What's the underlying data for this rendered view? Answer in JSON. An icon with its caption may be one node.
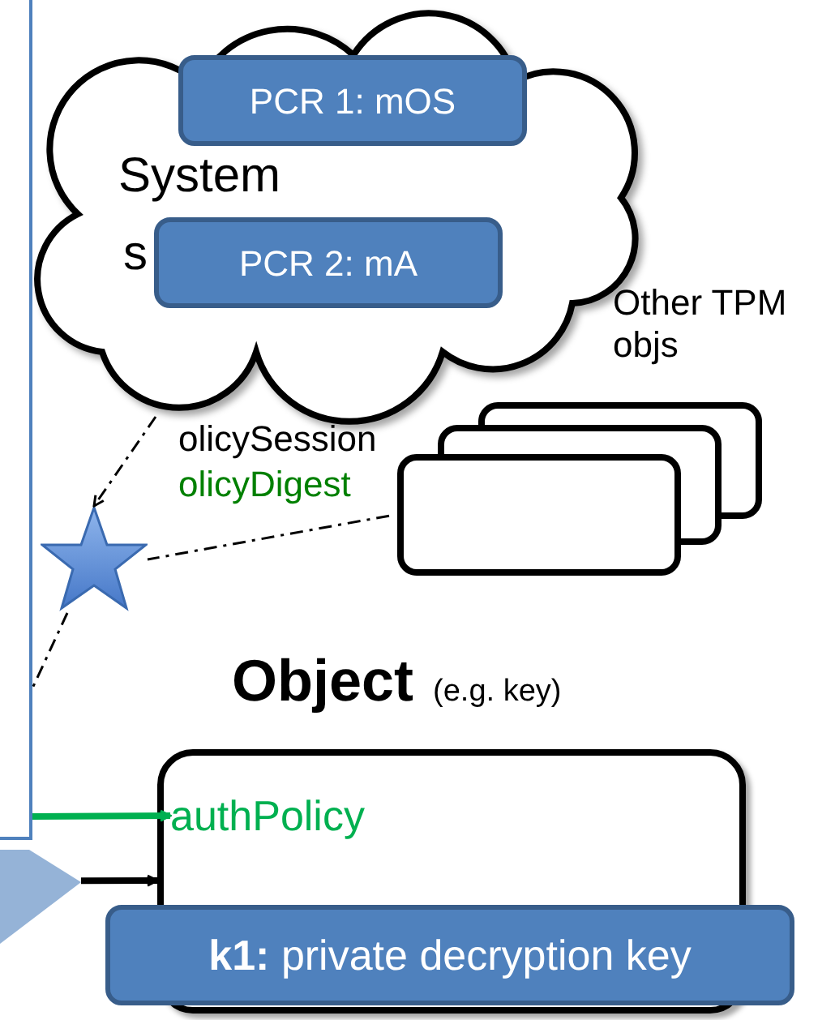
{
  "diagram": {
    "nodes": [
      {
        "text": [],
        "shape": "box"
      },
      {
        "text": [
          "System",
          "s"
        ]
      },
      {
        "text": [
          "PCR 1: mOS"
        ],
        "in": 1
      },
      {
        "text": [
          "PCR 2: mA"
        ],
        "in": 1
      },
      {
        "text": [],
        "shape": "star"
      },
      {
        "text": [
          "Other TPM objs"
        ]
      },
      {
        "text": [
          "Object",
          "(e.g. key)"
        ]
      },
      {
        "text": [
          "authPolicy"
        ],
        "in": 6
      },
      {
        "text": [
          "**k1:** private decryption key"
        ]
      },
      {
        "text": [],
        "shape": "triangle"
      }
    ],
    "edges": [
      {
        "from": 1,
        "to": 4,
        "arrow": "to",
        "style": "dashed"
      },
      {
        "from": 5,
        "to": 4,
        "arrow": "none",
        "style": "dashed"
      },
      {
        "from": 4,
        "to": 0,
        "arrow": "none",
        "style": "dashed"
      },
      {
        "from": 0,
        "to": 7,
        "arrow": "to",
        "style": "thick",
        "color": "#00b050"
      },
      {
        "from": 9,
        "to": 6,
        "arrow": "to",
        "style": "thick"
      }
    ],
    "labels": [
      "olicySession",
      "olicyDigest"
    ]
  }
}
